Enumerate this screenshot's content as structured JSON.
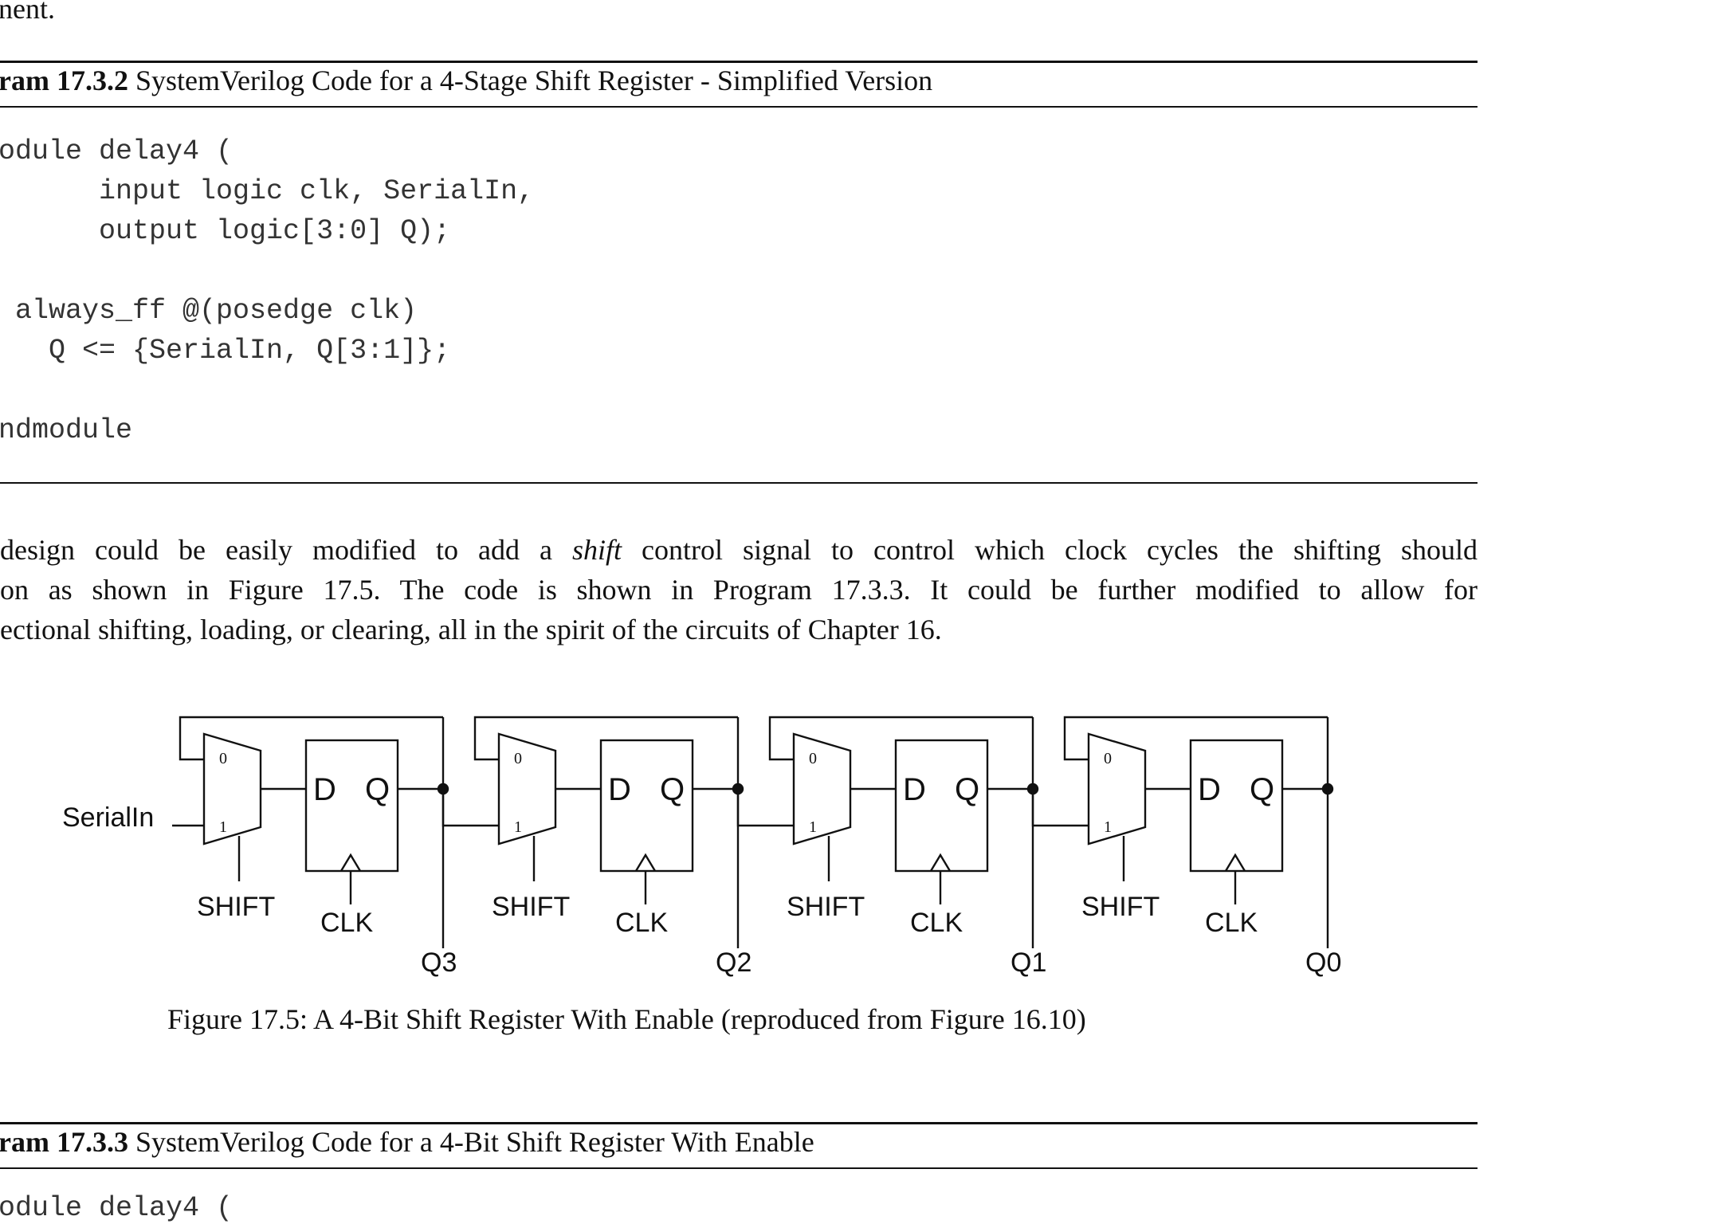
{
  "prev_text": "nent.",
  "program_a": {
    "label": "ram 17.3.2",
    "title": " SystemVerilog Code for a 4-Stage Shift Register - Simplified Version",
    "code": [
      "odule delay4 (",
      "      input logic clk, SerialIn,",
      "      output logic[3:0] Q);",
      "",
      " always_ff @(posedge clk)",
      "   Q <= {SerialIn, Q[3:1]};",
      "",
      "ndmodule"
    ]
  },
  "paragraph": {
    "line1_pre": "design could be easily modified to add a ",
    "line1_em": "shift",
    "line1_post": " control signal to control which clock cycles the shifting should",
    "line2": "on as shown in Figure 17.5.  The code is shown in Program 17.3.3.  It could be further modified to allow for",
    "line3": "ectional shifting, loading, or clearing, all in the spirit of the circuits of Chapter 16."
  },
  "figure": {
    "input_label": "SerialIn",
    "mux_in0": "0",
    "mux_in1": "1",
    "ff_d": "D",
    "ff_q": "Q",
    "shift_label": "SHIFT",
    "clk_label": "CLK",
    "outputs": [
      "Q3",
      "Q2",
      "Q1",
      "Q0"
    ],
    "caption": "Figure 17.5: A 4-Bit Shift Register With Enable (reproduced from Figure 16.10)"
  },
  "program_b": {
    "label": "ram 17.3.3",
    "title": " SystemVerilog Code for a 4-Bit Shift Register With Enable",
    "partial_code": "odule delay4 ("
  }
}
